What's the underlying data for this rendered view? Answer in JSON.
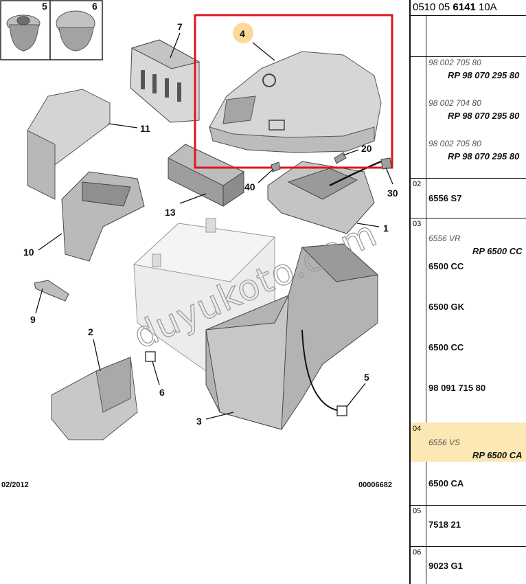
{
  "diagram": {
    "callouts": [
      "5",
      "6",
      "7",
      "4",
      "11",
      "20",
      "40",
      "30",
      "13",
      "1",
      "10",
      "9",
      "2",
      "6",
      "5",
      "3"
    ],
    "footer_left": "02/2012",
    "footer_right": "00006682",
    "watermark": "duyukoto.com",
    "highlight_color": "#e0141e",
    "callout_badge_color": "#fbd99a"
  },
  "table": {
    "header_prefix": "0510 05",
    "header_bold": "6141",
    "header_suffix": "10A",
    "rows": [
      {
        "num": "",
        "lines": []
      },
      {
        "num": "",
        "lines": [
          "98 002 705 80",
          "RP 98 070 295 80",
          "98 002 704 80",
          "RP 98 070 295 80",
          "98 002 705 80",
          "RP 98 070 295 80"
        ]
      },
      {
        "num": "02",
        "lines": [
          "6556 S7"
        ]
      },
      {
        "num": "03",
        "lines": [
          "6556 VR",
          "RP 6500 CC",
          "6500 CC",
          "6500 GK",
          "6500 CC",
          "98 091 715 80"
        ]
      },
      {
        "num": "04",
        "lines": [
          "6556 VS",
          "RP 6500 CA",
          "6500 CA"
        ]
      },
      {
        "num": "05",
        "lines": [
          "7518 21"
        ]
      },
      {
        "num": "06",
        "lines": [
          "9023 G1"
        ]
      }
    ]
  }
}
